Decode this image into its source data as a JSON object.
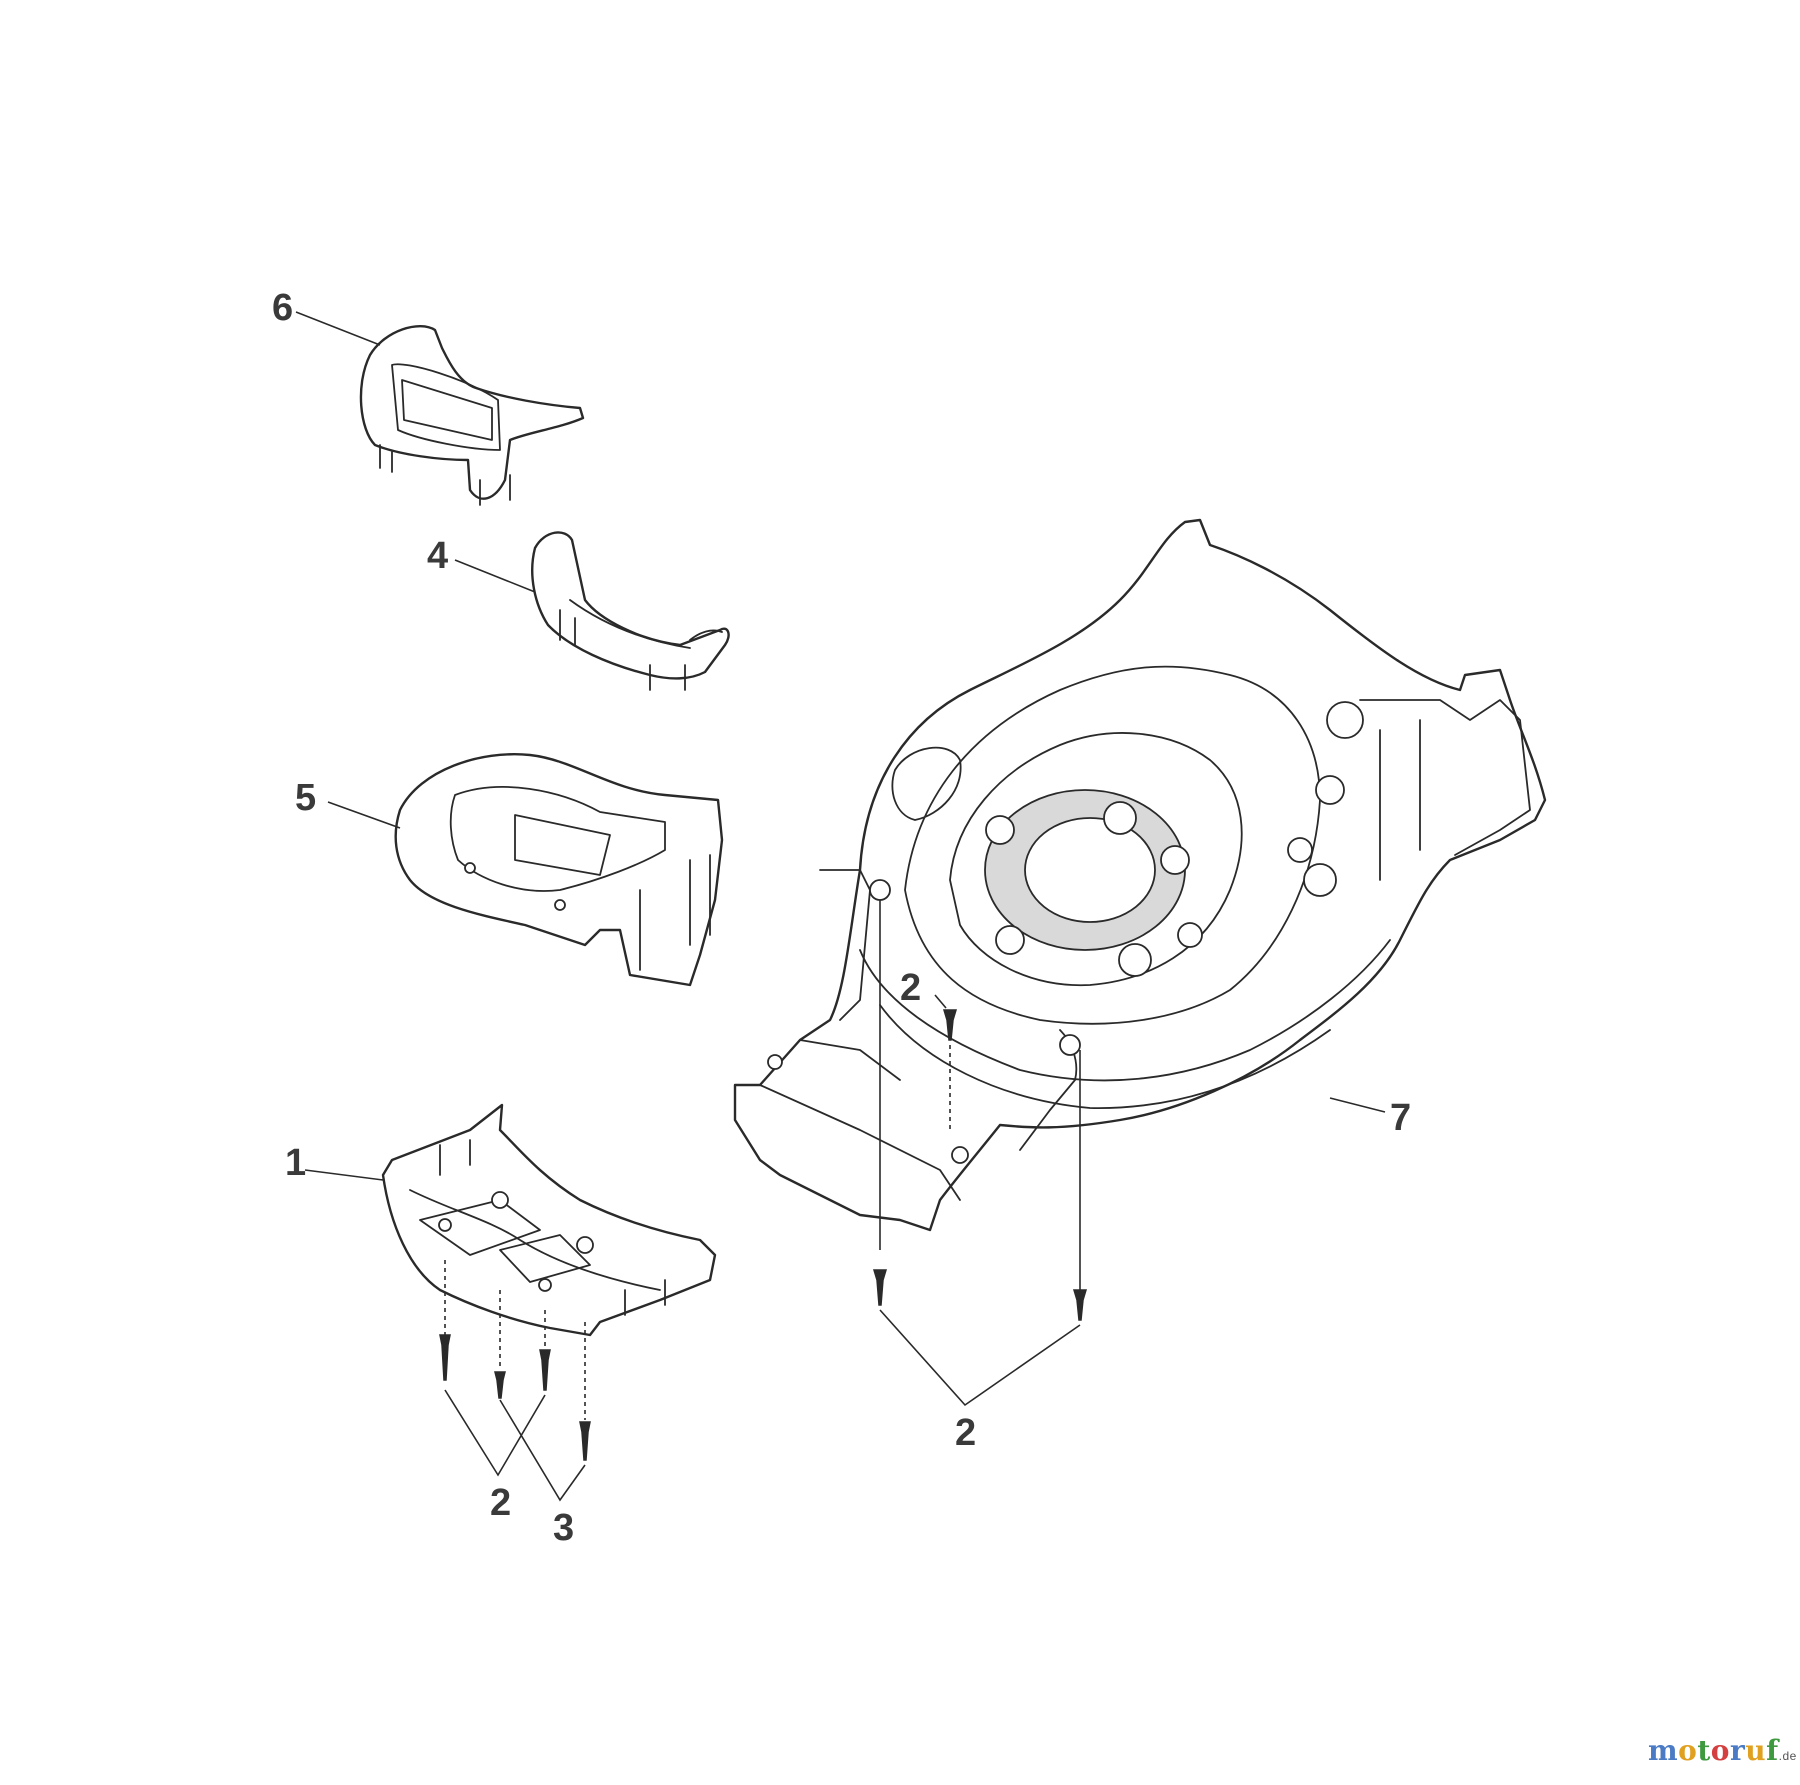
{
  "callouts": {
    "part_1": "1",
    "part_2_cover": "2",
    "part_3": "3",
    "part_2_deck_top": "2",
    "part_2_deck_bottom": "2",
    "part_4": "4",
    "part_5": "5",
    "part_6": "6",
    "part_7": "7"
  },
  "watermark": {
    "letters": [
      "m",
      "o",
      "t",
      "o",
      "r",
      "u",
      "f"
    ],
    "letter_colors": [
      "#4a7bc4",
      "#e0a020",
      "#3f9a3f",
      "#d44040",
      "#4a7bc4",
      "#e0a020",
      "#3f9a3f"
    ],
    "tld": ".de"
  }
}
